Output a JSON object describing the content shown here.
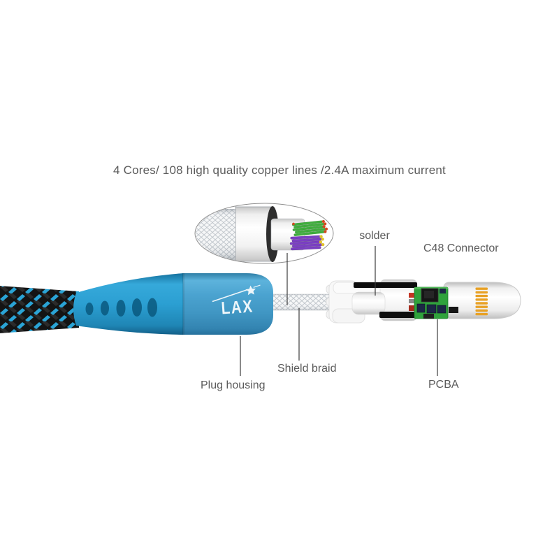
{
  "title": {
    "text": "4 Cores/ 108 high quality copper lines /2.4A maximum current"
  },
  "brand": {
    "logo_text": "LAX"
  },
  "labels": {
    "solder": "solder",
    "c48_connector": "C48 Connector",
    "plug_housing": "Plug housing",
    "shield_braid": "Shield braid",
    "pcba": "PCBA"
  },
  "colors": {
    "text": "#5b5b5b",
    "leader_line": "#3c3c3c",
    "cable_black": "#141414",
    "cable_blue": "#2aa4d6",
    "housing_blue": "#4aa0cc",
    "strain_relief_blue": "#2ba2d3",
    "dimple_blue": "#08557a",
    "shield_braid_gray": "#bfc5cb",
    "pcb_green": "#2fa23c",
    "pin_gold": "#e8a125",
    "wire_green": "#3fae3d",
    "wire_purple": "#7b3fc4",
    "wire_tip_red": "#d2491f",
    "wire_tip_yellow": "#e3c32a",
    "connector_white": "#f7f7f7",
    "band_black": "#0d0d0d",
    "callout_stroke": "#8f8f8f"
  }
}
